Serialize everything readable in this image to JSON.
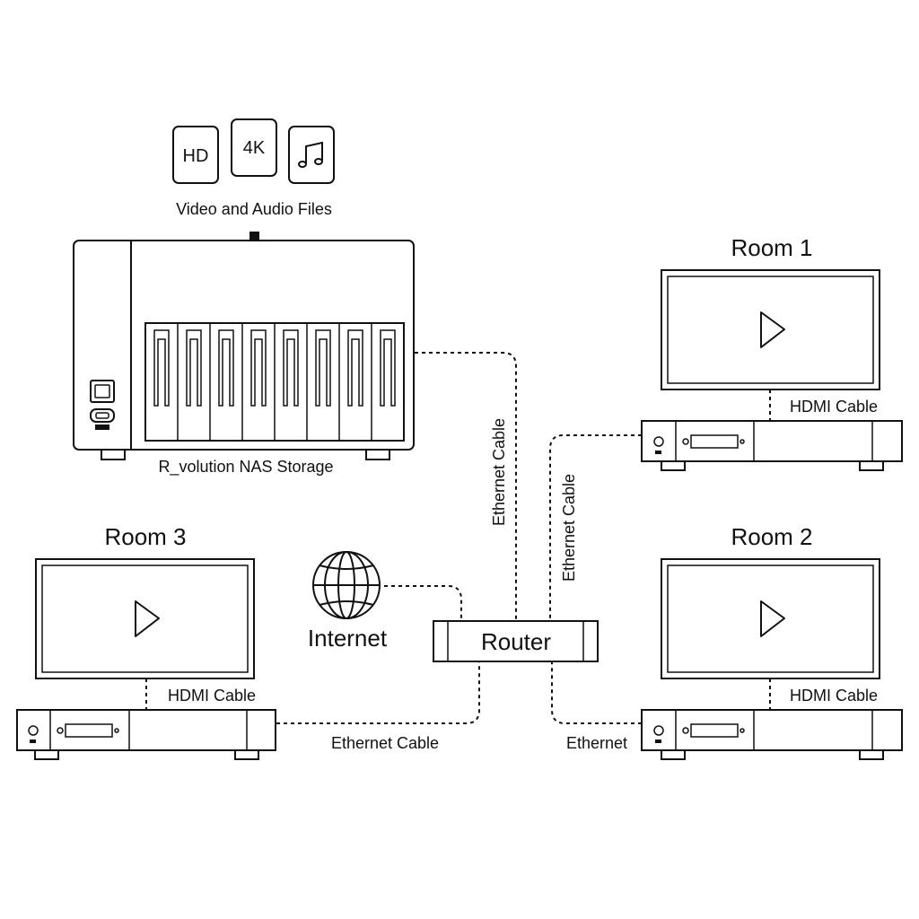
{
  "media": {
    "caption": "Video and Audio Files",
    "hd_label": "HD",
    "k4_label": "4K",
    "music_icon": "music-note-icon"
  },
  "nas": {
    "label": "R_volution NAS Storage",
    "bay_count": 8
  },
  "internet": {
    "label": "Internet",
    "icon": "globe-icon"
  },
  "router": {
    "label": "Router"
  },
  "rooms": {
    "room1": {
      "title": "Room 1",
      "hdmi_label": "HDMI Cable"
    },
    "room2": {
      "title": "Room 2",
      "hdmi_label": "HDMI Cable"
    },
    "room3": {
      "title": "Room 3",
      "hdmi_label": "HDMI Cable"
    }
  },
  "cables": {
    "nas_router": "Ethernet Cable",
    "room1_router": "Ethernet Cable",
    "room3_router": "Ethernet Cable",
    "room2_router": "Ethernet"
  }
}
